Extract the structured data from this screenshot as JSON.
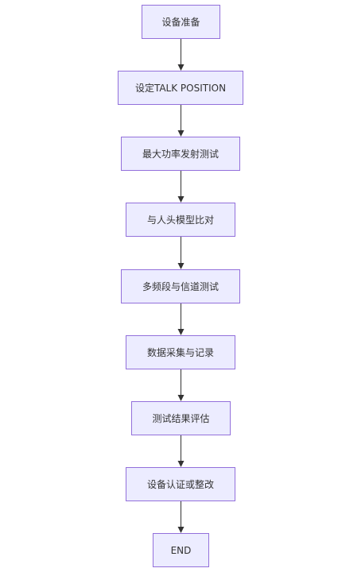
{
  "flowchart": {
    "direction": "top-to-bottom",
    "colors": {
      "node_fill": "#ECECFF",
      "node_border": "#9370DB",
      "edge": "#333333",
      "text": "#333333"
    },
    "nodes": [
      {
        "label": "设备准备"
      },
      {
        "label": "设定TALK POSITION"
      },
      {
        "label": "最大功率发射测试"
      },
      {
        "label": "与人头模型比对"
      },
      {
        "label": "多频段与信道测试"
      },
      {
        "label": "数据采集与记录"
      },
      {
        "label": "测试结果评估"
      },
      {
        "label": "设备认证或整改"
      },
      {
        "label": "END"
      }
    ],
    "edges": [
      {
        "from": 0,
        "to": 1
      },
      {
        "from": 1,
        "to": 2
      },
      {
        "from": 2,
        "to": 3
      },
      {
        "from": 3,
        "to": 4
      },
      {
        "from": 4,
        "to": 5
      },
      {
        "from": 5,
        "to": 6
      },
      {
        "from": 6,
        "to": 7
      },
      {
        "from": 7,
        "to": 8
      }
    ]
  }
}
